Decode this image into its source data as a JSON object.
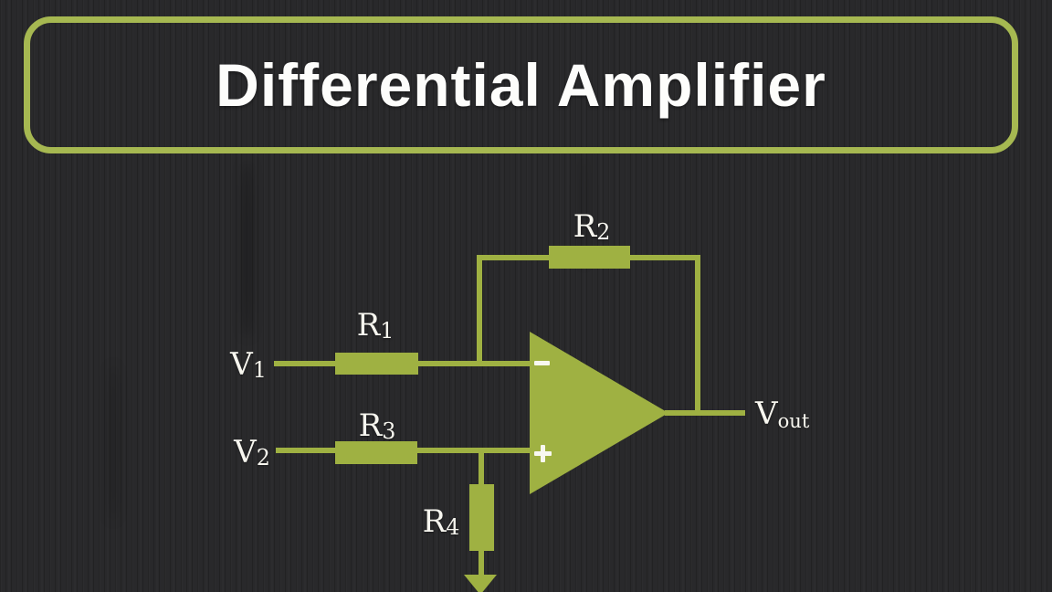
{
  "title_box": {
    "title": "Differential Amplifier"
  },
  "colors": {
    "background": "#29292b",
    "circuit_green": "#9fb142",
    "border_green": "#a6b851",
    "label_white": "#f7f6ef"
  },
  "circuit": {
    "inputs": {
      "v1": {
        "base": "V",
        "sub": "1"
      },
      "v2": {
        "base": "V",
        "sub": "2"
      }
    },
    "resistors": {
      "r1": {
        "base": "R",
        "sub": "1"
      },
      "r2": {
        "base": "R",
        "sub": "2"
      },
      "r3": {
        "base": "R",
        "sub": "3"
      },
      "r4": {
        "base": "R",
        "sub": "4"
      }
    },
    "output": {
      "base": "V",
      "sub": "out"
    },
    "opamp": {
      "inverting_input_icon": "minus",
      "noninverting_input_icon": "plus",
      "ground_icon": "down-arrow"
    }
  }
}
